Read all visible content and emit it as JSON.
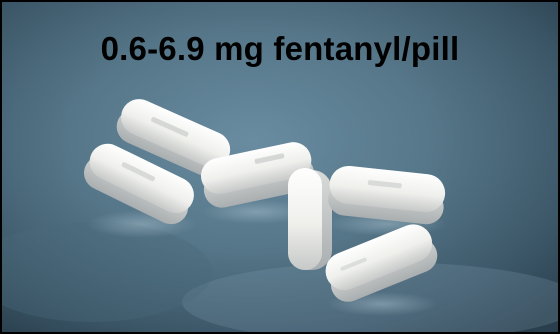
{
  "caption": {
    "text": "0.6-6.9 mg fentanyl/pill"
  },
  "photo": {
    "subject": "pills-on-dark-surface",
    "pill_count": 6,
    "colors": {
      "surface_light": "#5b7d93",
      "surface_dark": "#2a3f4d",
      "pill": "#f1f1ef",
      "pill_shadow": "#b9bcbc",
      "caption_text": "#000000"
    }
  }
}
